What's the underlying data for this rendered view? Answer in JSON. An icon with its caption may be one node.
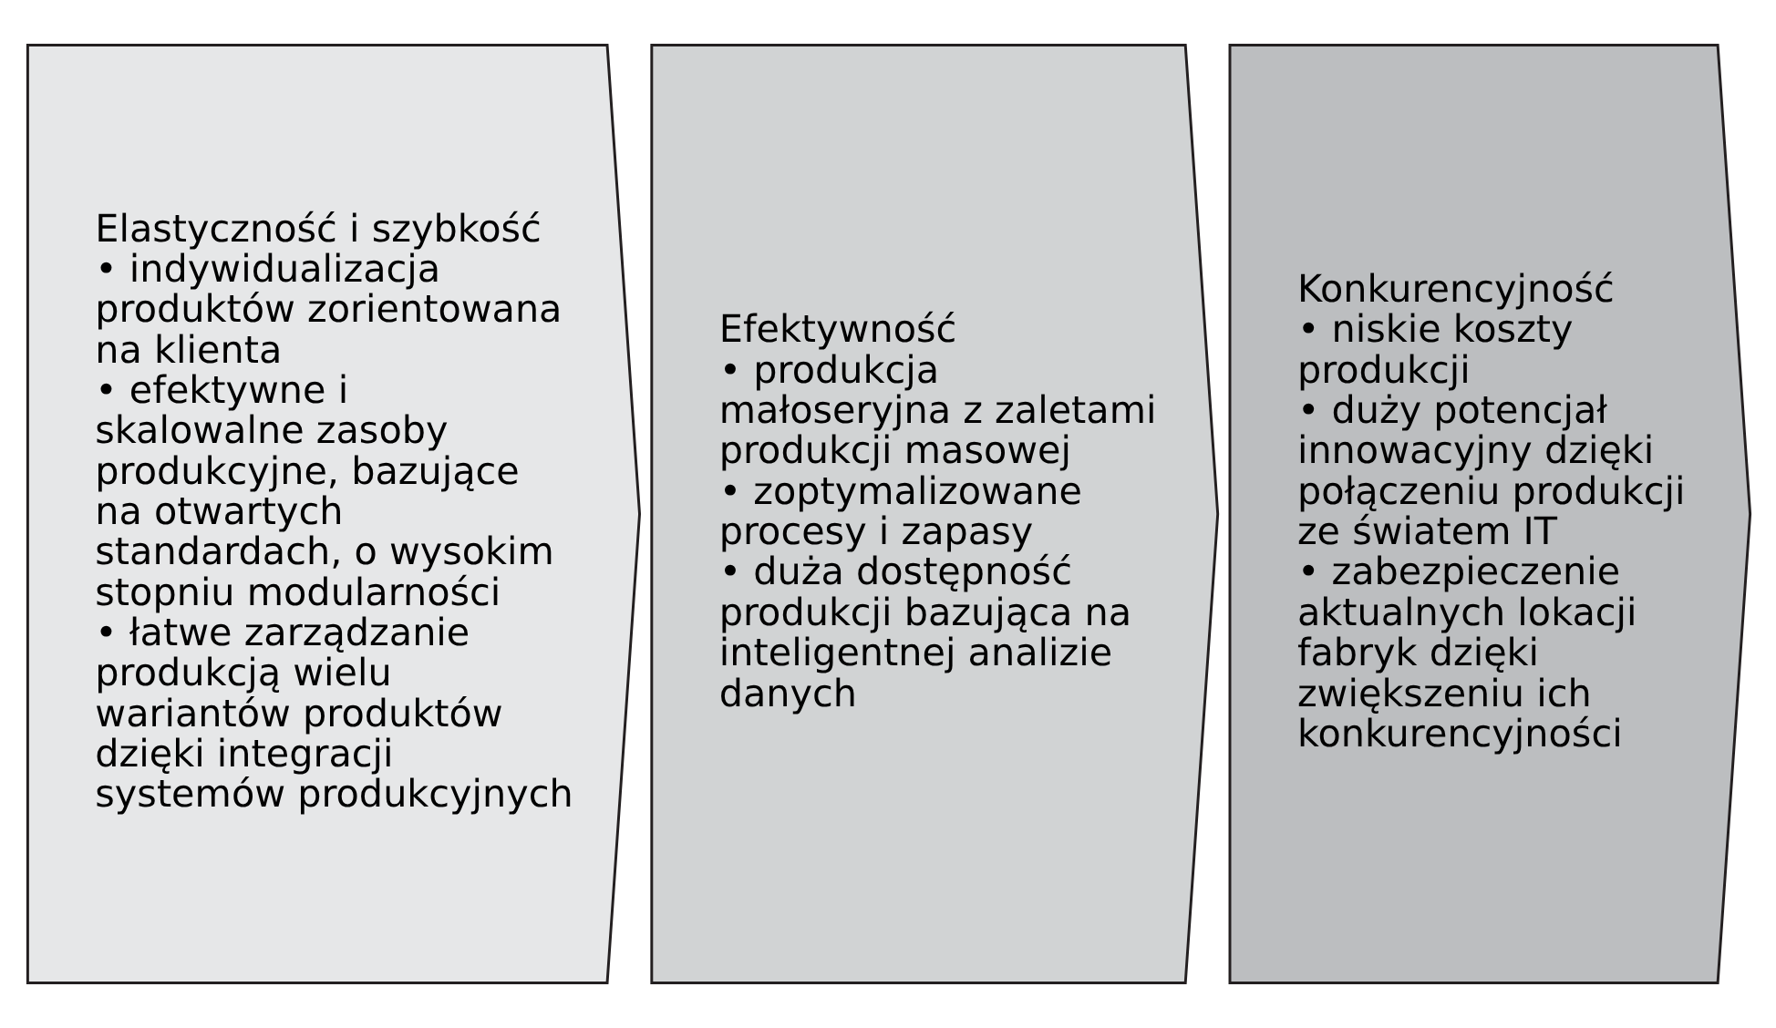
{
  "diagram": {
    "nodes": [
      {
        "text": [
          "Elastyczność i szybkość",
          "• indywidualizacja produktów zorientowana na klienta",
          "• efektywne i skalowalne zasoby produkcyjne, bazujące na otwartych standardach, o wysokim stopniu modularności",
          "• łatwe zarządzanie produkcją wielu wariantów produktów dzięki integracji systemów produkcyjnych"
        ]
      },
      {
        "text": [
          "Efektywność",
          "• produkcja małoseryjna z zaletami produkcji masowej",
          "• zoptymalizowane procesy i zapasy",
          "• duża dostępność produkcji bazująca na inteligentnej analizie danych"
        ]
      },
      {
        "text": [
          "Konkurencyjność",
          "• niskie koszty produkcji",
          "• duży potencjał innowacyjny dzięki połączeniu produkcji ze światem IT",
          "• zabezpieczenie aktualnych lokacji fabryk dzięki zwiększeniu ich konkurencyjności"
        ]
      }
    ]
  }
}
